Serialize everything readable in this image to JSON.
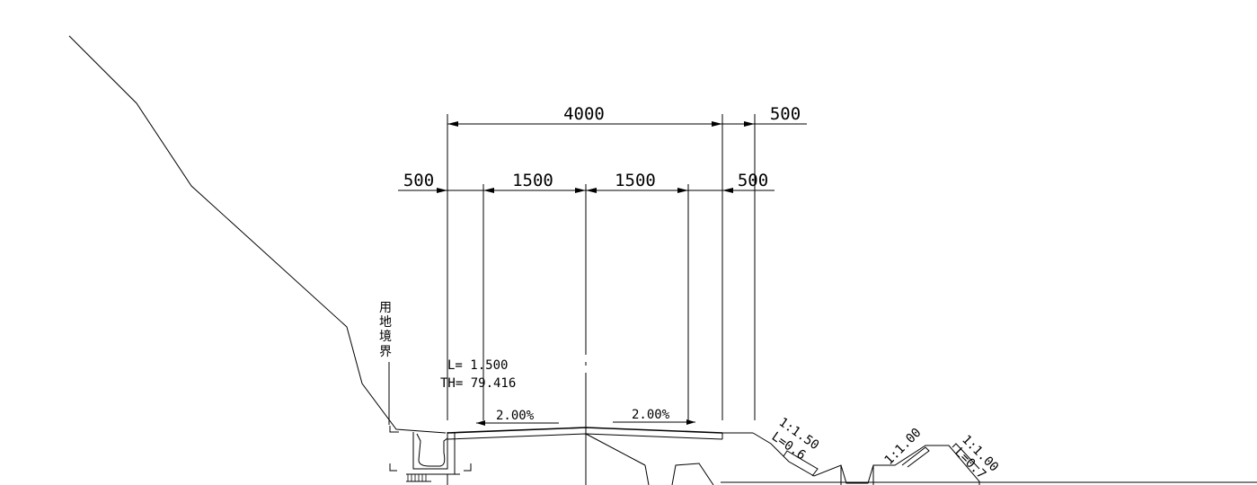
{
  "dimensions": {
    "top_total": "4000",
    "top_right": "500",
    "left_shoulder": "500",
    "left_lane": "1500",
    "right_lane": "1500",
    "right_shoulder": "500"
  },
  "boundary_label": [
    "用",
    "地",
    "境",
    "界"
  ],
  "curve_info": {
    "length": "L=  1.500",
    "th": "TH= 79.416"
  },
  "slopes": {
    "left_crossfall": "2.00%",
    "right_crossfall": "2.00%"
  },
  "embankment": {
    "slope_1": "1:1.50",
    "length_1": "L=0.6",
    "slope_2": "1:1.00",
    "slope_3": "1:1.00",
    "length_3": "L=0.7"
  }
}
